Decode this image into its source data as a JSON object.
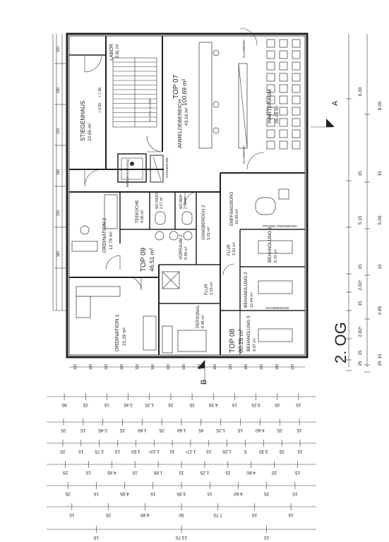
{
  "plan": {
    "floor": "2. OG",
    "section_a": "A",
    "section_b": "B",
    "rooms": {
      "labor": {
        "name": "LABOR",
        "area": "9.81 m²"
      },
      "stiegenhaus": {
        "name": "STIEGENHAUS",
        "area": "22.65 m²"
      },
      "top07": {
        "name": "TOP 07",
        "area": "100.69 m²"
      },
      "anmeldebereich": {
        "name": "ANMELDEBEREICH",
        "area": "43.16 m²"
      },
      "warteraum": {
        "name": "WARTERAUM",
        "area": "26.35 m²"
      },
      "ordination2": {
        "name": "ORDINATION 2",
        "area": "12.79 m²"
      },
      "teekuche": {
        "name": "TEEKÜCHE",
        "area": "4.05 m²"
      },
      "wc_pers": {
        "name": "WC-PERS",
        "area": "2.17 m²"
      },
      "wc_beh": {
        "name": "WC-BEH",
        "area": "2.58 m²"
      },
      "gangbereich2": {
        "name": "GANGBEREICH 2",
        "area": "5.01 m²"
      },
      "empfang": {
        "name": "EMPFANG/BÜRO",
        "area": "10.49 m²"
      },
      "top09": {
        "name": "TOP 09",
        "area": "46.51 m²"
      },
      "vorraum2": {
        "name": "VORRAUM 2",
        "area": "8.38 m²"
      },
      "flur_a": {
        "name": "FLUR",
        "area": "2.61 m²"
      },
      "behandlung1": {
        "name": "BEHANDLUNG 1",
        "area": "9.72 m²"
      },
      "flur_b": {
        "name": "FLUR",
        "area": "2.53 m²"
      },
      "behandlung2": {
        "name": "BEHANDLUNG 2",
        "area": "12.44 m²"
      },
      "personal": {
        "name": "PERSONAL",
        "area": "9.46 m²"
      },
      "ordination1": {
        "name": "ORDINATION 1",
        "area": "21.29 m²"
      },
      "top08": {
        "name": "TOP 08",
        "area": "60.25 m²"
      },
      "behandlung3": {
        "name": "BEHANDLUNG 3",
        "area": "9.07 m²"
      }
    },
    "labels": {
      "aufzug": "Behinderten Aufzug",
      "garderobe": "GARDEROBE",
      "glaswand": "GLASWAND",
      "offene_trennwand": "OFFENE TRENNWAND",
      "schiebewand": "SCHIEBEWAND",
      "stufen": "21 STG 17,1/28",
      "level1": "+ 7.08",
      "level2": "+ 6.90"
    },
    "right_dims": {
      "outer": [
        "8.00",
        "15",
        "5.00",
        "15",
        "4.85",
        "15",
        "25"
      ],
      "inner": [
        "9.30",
        "15",
        "5.15",
        "15",
        "2.02⁵",
        "15",
        "2.82⁵",
        "15",
        "25"
      ]
    },
    "left_dims": [
      "120",
      "180",
      "120",
      "180",
      "120",
      "180"
    ],
    "bottom_marks": [
      "120",
      "100",
      "120",
      "100",
      "120",
      "100",
      "120",
      "100",
      "120",
      "100",
      "120",
      "100",
      "120",
      "100",
      "120"
    ],
    "dim_rows": [
      [
        "90",
        "25",
        "15",
        "2.45",
        "1.25",
        "25",
        "25",
        "4.35",
        "15",
        "3.25",
        "25",
        "15"
      ],
      [
        "25",
        "15",
        "2.45",
        "25",
        "1.80",
        "25",
        "1.60",
        "45",
        "1.25",
        "15",
        "4.60",
        "25",
        "15"
      ],
      [
        "25",
        "15",
        "2.75",
        "15",
        "1.50",
        "1.22⁵",
        "10",
        "1.17⁵",
        "15",
        "1.25",
        "5",
        "3.30",
        "25",
        "15"
      ],
      [
        "25",
        "15",
        "4.95",
        "15",
        "1.95",
        "15",
        "1.25",
        "15",
        "4.60",
        "25",
        "15"
      ],
      [
        "25",
        "15",
        "4.95",
        "15",
        "3.35",
        "15",
        "4.60",
        "25",
        "15"
      ],
      [
        "15",
        "25",
        "4.95",
        "50",
        "7.75",
        "25",
        "15"
      ],
      [
        "15",
        "13.70",
        "15"
      ]
    ]
  }
}
